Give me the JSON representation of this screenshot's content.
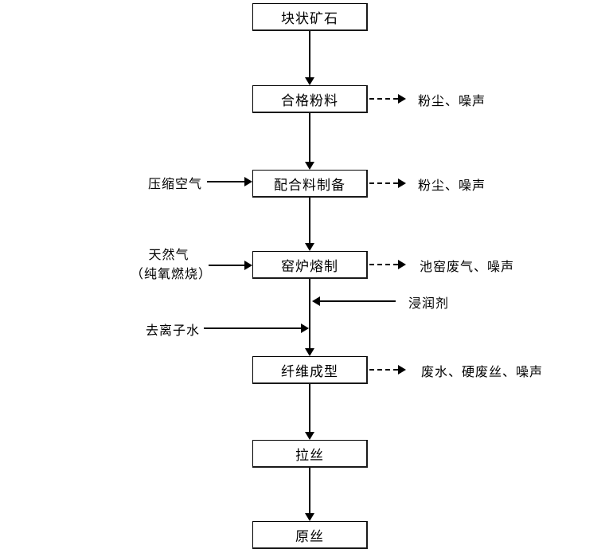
{
  "diagram": {
    "title": "glass-fiber-production-process-flow",
    "nodes": [
      {
        "id": "lump-ore",
        "label": "块状矿石"
      },
      {
        "id": "qualified-powder",
        "label": "合格粉料"
      },
      {
        "id": "batch-preparation",
        "label": "配合料制备"
      },
      {
        "id": "kiln-melting",
        "label": "窑炉熔制"
      },
      {
        "id": "fiber-forming",
        "label": "纤维成型"
      },
      {
        "id": "drawing",
        "label": "拉丝"
      },
      {
        "id": "raw-strand",
        "label": "原丝"
      }
    ],
    "flow_arrows": [
      {
        "from": "块状矿石",
        "to": "合格粉料"
      },
      {
        "from": "合格粉料",
        "to": "配合料制备"
      },
      {
        "from": "配合料制备",
        "to": "窑炉熔制"
      },
      {
        "from": "窑炉熔制",
        "to": "纤维成型"
      },
      {
        "from": "纤维成型",
        "to": "拉丝"
      },
      {
        "from": "拉丝",
        "to": "原丝"
      }
    ],
    "inputs": [
      {
        "id": "compressed-air",
        "label": "压缩空气",
        "target": "配合料制备",
        "side": "left"
      },
      {
        "id": "natural-gas",
        "label_line1": "天然气",
        "label_line2": "（纯氧燃烧）",
        "target": "窑炉熔制",
        "side": "left"
      },
      {
        "id": "sizing-agent",
        "label": "浸润剂",
        "target": "纤维成型",
        "side": "right"
      },
      {
        "id": "deionized-water",
        "label": "去离子水",
        "target": "纤维成型",
        "side": "left"
      }
    ],
    "emissions": [
      {
        "id": "dust-noise-1",
        "label": "粉尘、噪声",
        "source": "合格粉料"
      },
      {
        "id": "dust-noise-2",
        "label": "粉尘、噪声",
        "source": "配合料制备"
      },
      {
        "id": "kiln-waste-gas",
        "label": "池窑废气、噪声",
        "source": "窑炉熔制"
      },
      {
        "id": "fiber-forming-waste",
        "label": "废水、硬废丝、噪声",
        "source": "纤维成型"
      }
    ],
    "colors": {
      "line": "#000000",
      "background": "#ffffff",
      "box_border": "#000000"
    }
  }
}
